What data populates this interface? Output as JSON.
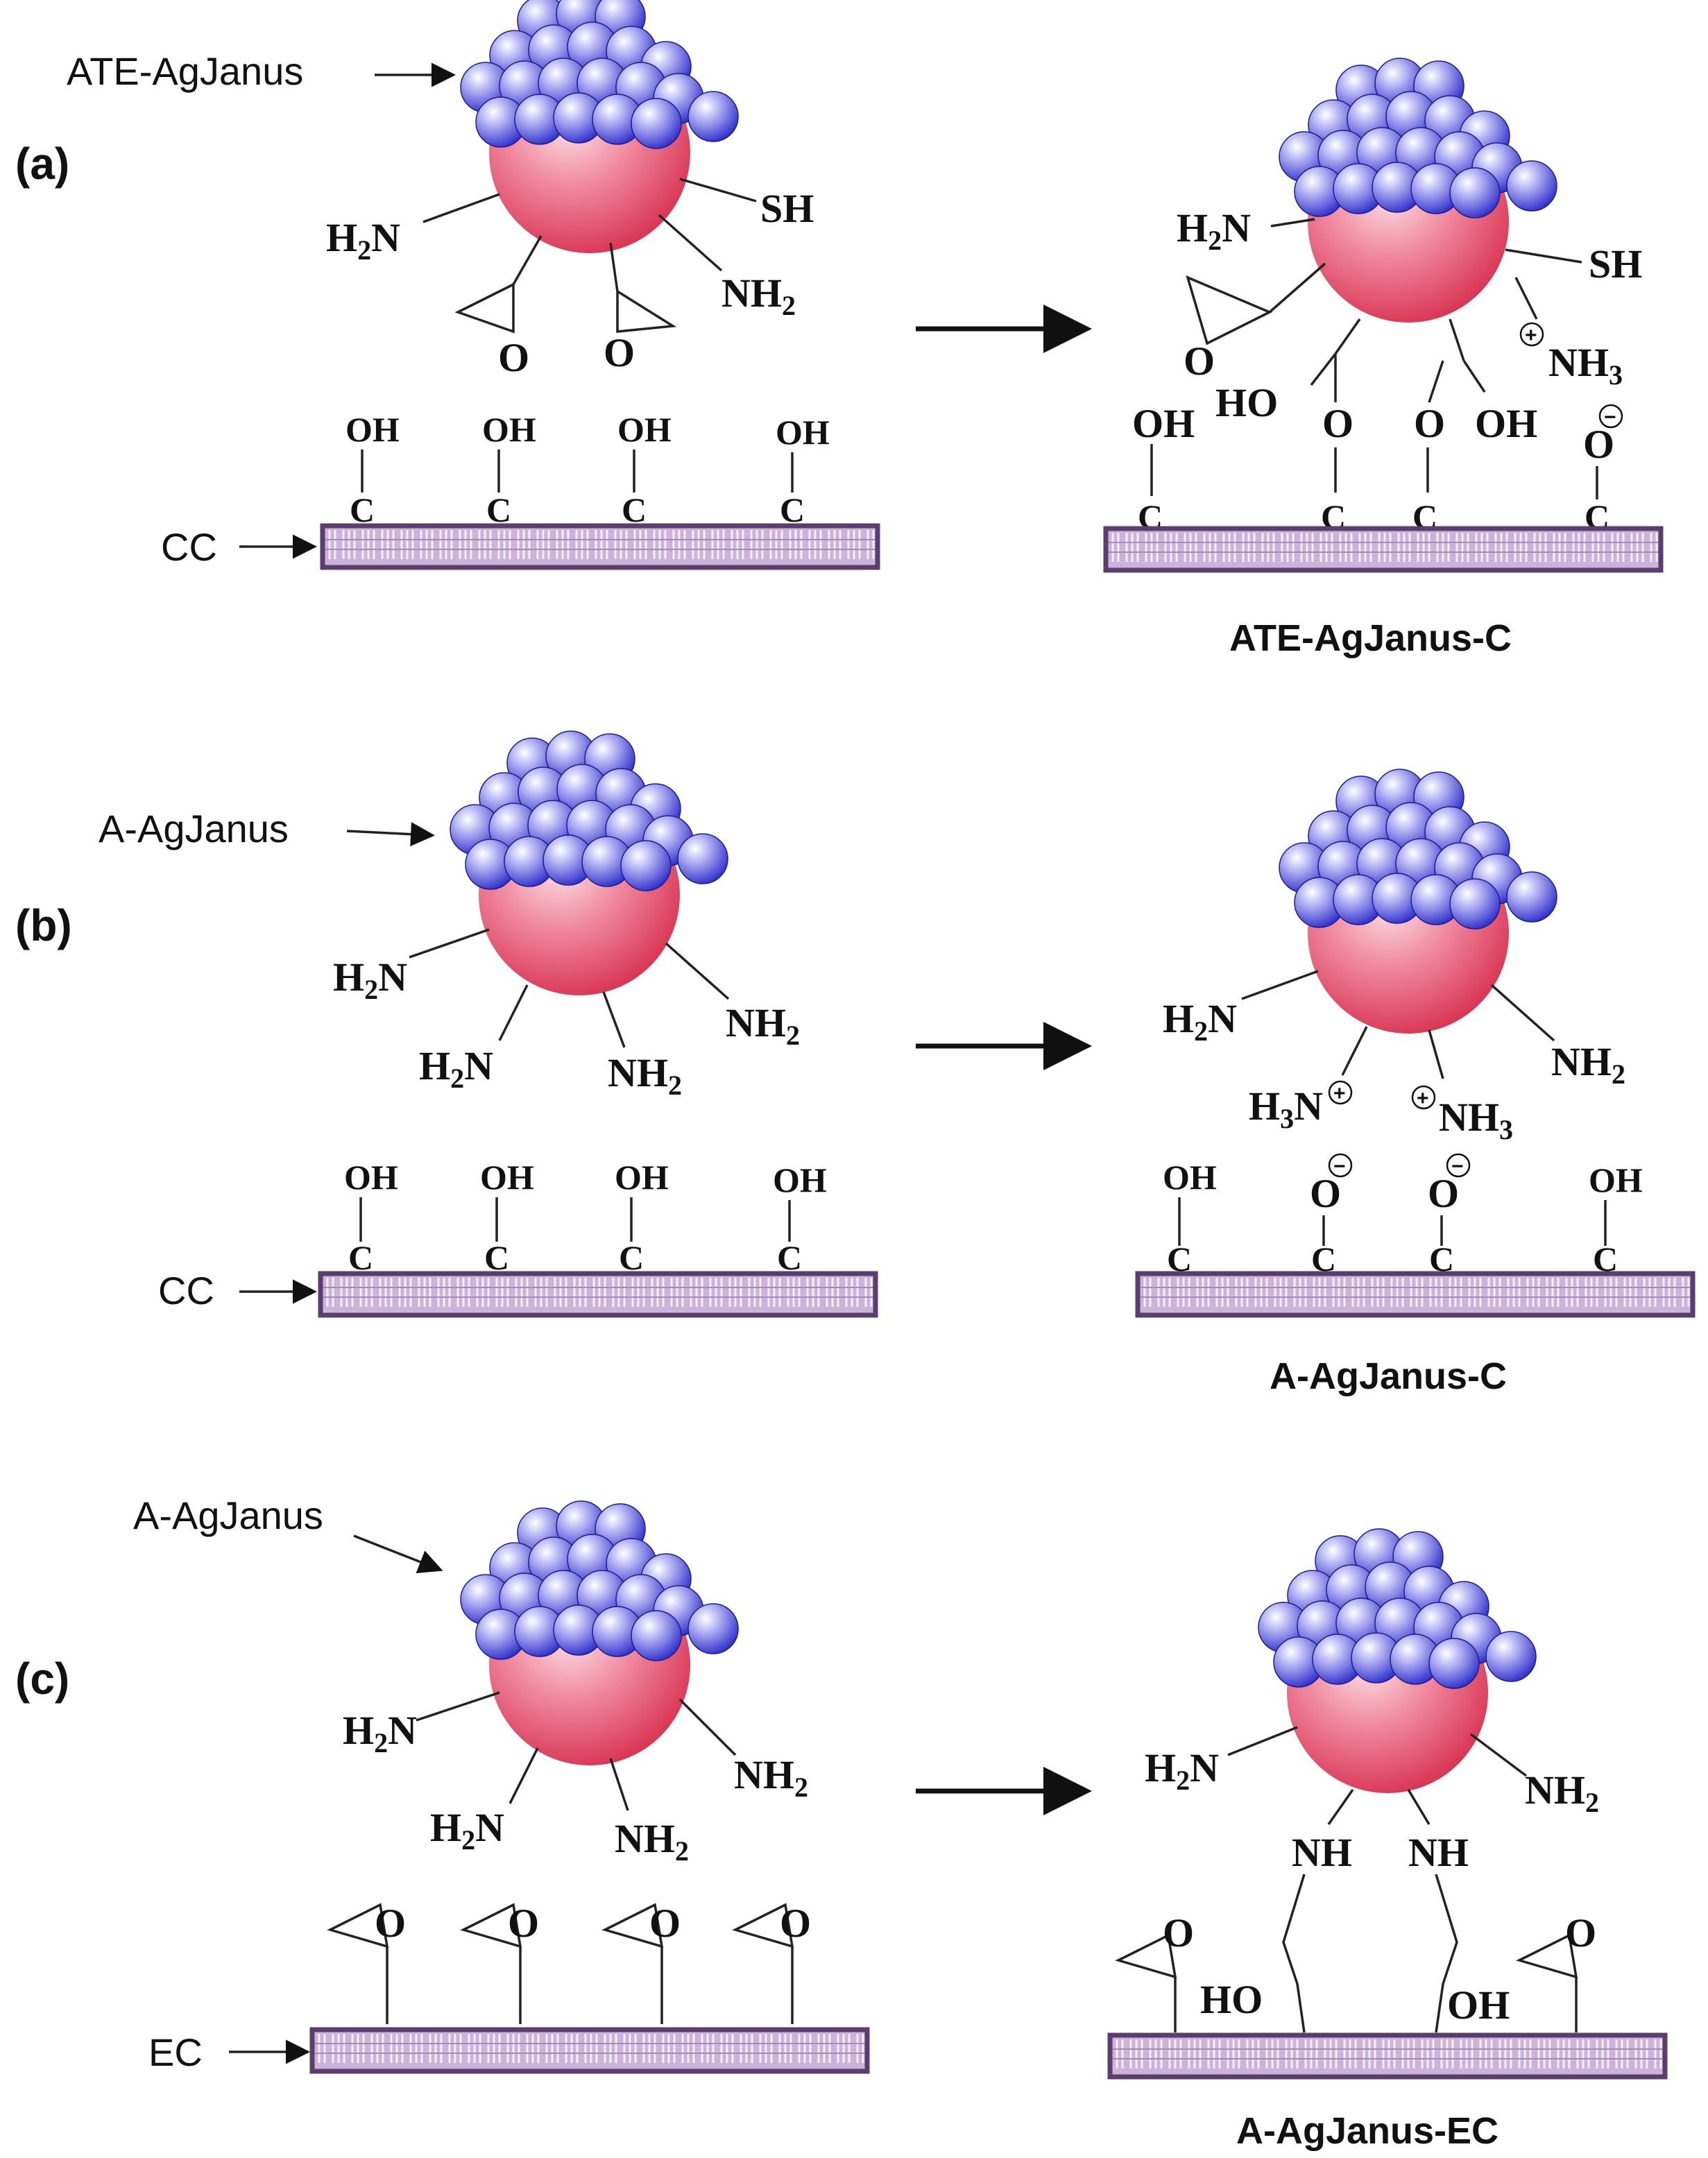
{
  "panels": [
    {
      "label": "(a)",
      "reactant_callout": "ATE-AgJanus",
      "substrate_callout": "CC",
      "product_label": "ATE-AgJanus-C"
    },
    {
      "label": "(b)",
      "reactant_callout": "A-AgJanus",
      "substrate_callout": "CC",
      "product_label": "A-AgJanus-C"
    },
    {
      "label": "(c)",
      "reactant_callout": "A-AgJanus",
      "substrate_callout": "EC",
      "product_label": "A-AgJanus-EC"
    }
  ],
  "groups": {
    "amine": "H2N",
    "amine_right": "NH2",
    "thiol": "SH",
    "oxygen": "O",
    "hydroxyl": "OH",
    "hydroxyl_left": "HO",
    "carbon": "C",
    "ammonium": "NH3",
    "ammonium_left": "H3N",
    "imine": "NH",
    "plus": "+",
    "minus": "−"
  },
  "colors": {
    "janus_body": "#e8546e",
    "silver_bead": "#4a4ad6",
    "substrate": "#c4a8d2",
    "substrate_border": "#5a3e6e"
  },
  "icons": {
    "particle": "janus-particle-icon",
    "substrate": "carbon-cloth-substrate-icon",
    "arrow": "reaction-arrow-icon"
  }
}
